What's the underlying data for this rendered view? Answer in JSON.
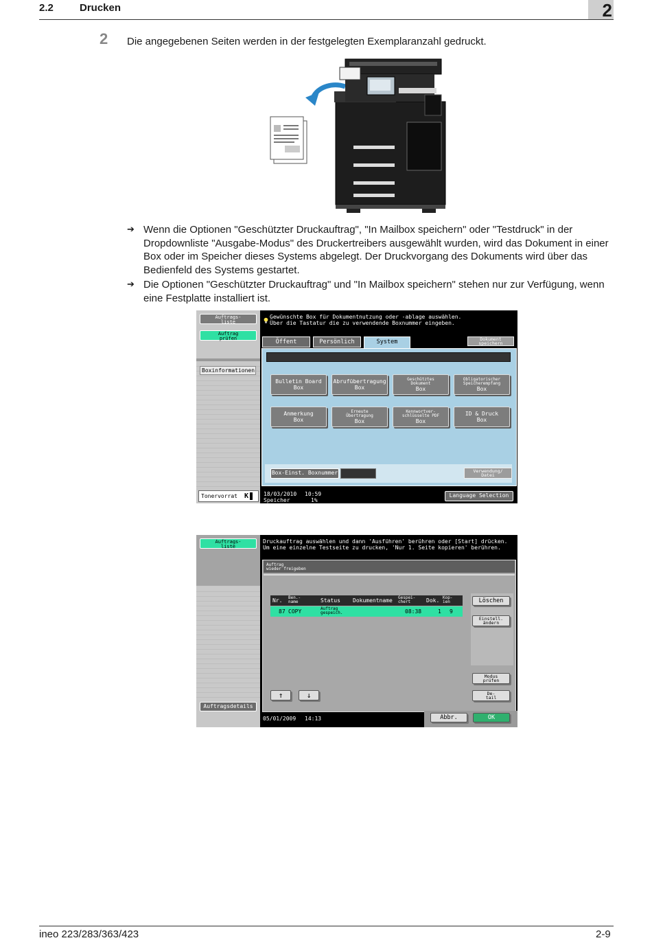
{
  "header": {
    "section": "2.2",
    "title": "Drucken",
    "chapter": "2"
  },
  "step": {
    "number": "2",
    "text": "Die angegebenen Seiten werden in der festgelegten Exemplaranzahl gedruckt."
  },
  "bullets": [
    "Wenn die Optionen \"Geschützter Druckauftrag\", \"In Mailbox speichern\" oder \"Testdruck\" in der Dropdownliste \"Ausgabe-Modus\" des Druckertreibers ausgewählt wurden, wird das Dokument in einer Box oder im Speicher dieses Systems abgelegt. Der Druckvorgang des Dokuments wird über das Bedienfeld des Systems gestartet.",
    "Die Optionen \"Geschützter Druckauftrag\" und \"In Mailbox speichern\" stehen nur zur Verfügung, wenn eine Festplatte installiert ist."
  ],
  "panel1": {
    "side": {
      "job_list_1": "Auftrags-",
      "job_list_2": "liste",
      "check_job_1": "Auftrag",
      "check_job_2": "prüfen",
      "box_info": "Boxinformationen",
      "toner": "Tonervorrat",
      "toner_k": "K"
    },
    "message_1": "Gewünschte Box für Dokumentnutzung oder -ablage auswählen.",
    "message_2": "Über die Tastatur die zu verwendende Boxnummer eingeben.",
    "tabs": {
      "public": "Öffent",
      "personal": "Persönlich",
      "system": "System"
    },
    "save_doc_1": "Dokument",
    "save_doc_2": "speichern",
    "boxes": [
      {
        "l1": "Bulletin Board",
        "l2": "Box",
        "small": false
      },
      {
        "l1": "Abrufübertragung",
        "l2": "Box",
        "small": false
      },
      {
        "l1": "Geschütztes",
        "l1b": "Dokument",
        "l2": "Box",
        "small": true
      },
      {
        "l1": "Obligatorischer",
        "l1b": "Speicherempfang",
        "l2": "Box",
        "small": true
      },
      {
        "l1": "Anmerkung",
        "l2": "Box",
        "small": false
      },
      {
        "l1": "Erneute",
        "l1b": "Übertragung",
        "l2": "Box",
        "small": true
      },
      {
        "l1": "Kennwortver-",
        "l1b": "schlüsselte PDF",
        "l2": "Box",
        "small": true
      },
      {
        "l1": "ID & Druck",
        "l2": "Box",
        "small": false
      }
    ],
    "box_settings": "Box-Einst.",
    "box_number": "Boxnummer",
    "use_file_1": "Verwendung/",
    "use_file_2": "Datei",
    "date": "18/03/2010",
    "time": "10:59",
    "memory_label": "Speicher",
    "memory_value": "1%",
    "language": "Language Selection"
  },
  "panel2": {
    "side": {
      "job_list_1": "Auftrags-",
      "job_list_2": "liste",
      "job_details": "Auftragsdetails"
    },
    "message_1": "Druckauftrag auswählen und dann 'Ausführen' berühren oder [Start] drücken.",
    "message_2": "Um eine einzelne Testseite zu drucken, 'Nur 1. Seite kopieren' berühren.",
    "release_1": "Auftrag",
    "release_2": "wieder freigeben",
    "cols": {
      "nr": "Nr.",
      "user_1": "Ben.-",
      "user_2": "name",
      "status": "Status",
      "docname": "Dokumentname",
      "saved_1": "Gespei-",
      "saved_2": "chert",
      "docs": "Dok.",
      "copies_1": "Kop-",
      "copies_2": "ien"
    },
    "row": {
      "nr": "87",
      "user": "COPY",
      "status_1": "Auftrag",
      "status_2": "gespeich.",
      "time": "08:38",
      "docs": "1",
      "copies": "9"
    },
    "delete": "Löschen",
    "change_1": "Einstell.",
    "change_2": "ändern",
    "check_mode_1": "Modus",
    "check_mode_2": "prüfen",
    "detail_1": "De-",
    "detail_2": "tail",
    "date": "05/01/2009",
    "time": "14:13",
    "cancel": "Abbr.",
    "ok": "OK",
    "up_arrow": "↑",
    "down_arrow": "↓"
  },
  "footer": {
    "model": "ineo 223/283/363/423",
    "page": "2-9"
  }
}
